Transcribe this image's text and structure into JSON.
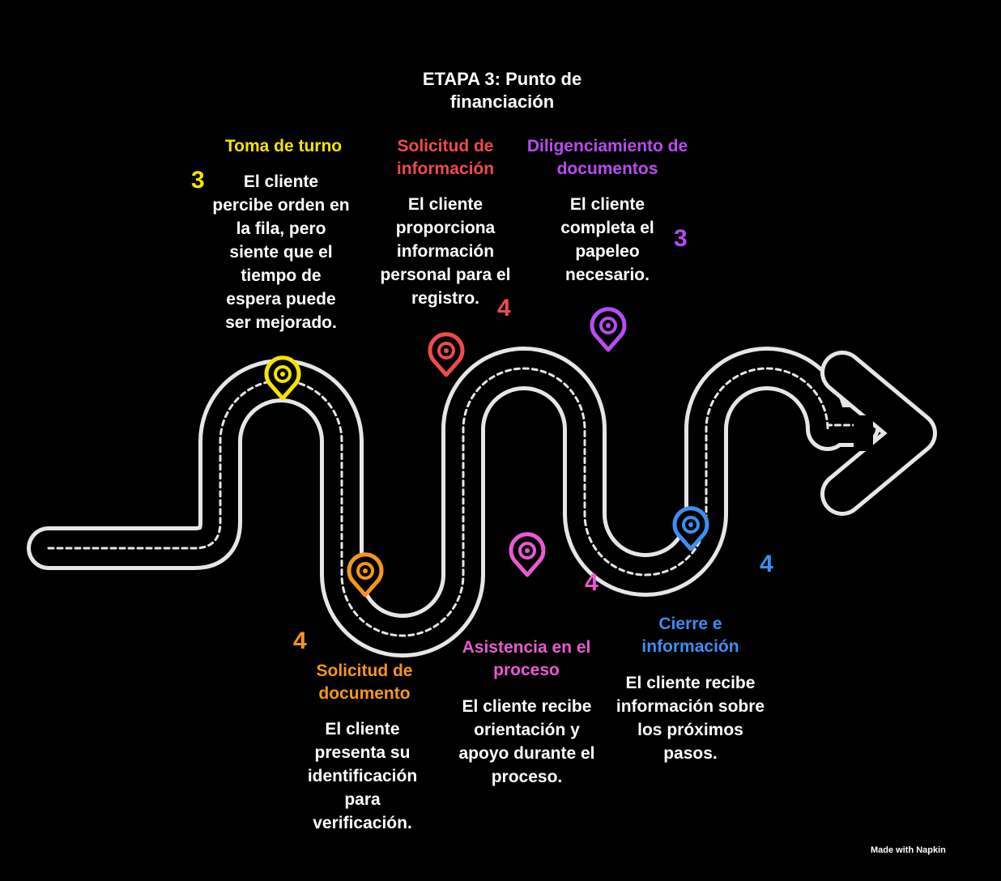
{
  "title": "ETAPA 3: Punto de financiación",
  "steps": [
    {
      "heading": "Toma de turno",
      "description": "El cliente percibe orden en la fila, pero siente que el tiempo de espera puede ser mejorado.",
      "score": "3",
      "color": "#f5e400"
    },
    {
      "heading": "Solicitud de documento",
      "description": "El cliente presenta su identificación para verificación.",
      "score": "4",
      "color": "#f5961e"
    },
    {
      "heading": "Solicitud de información",
      "description": "El cliente proporciona información personal para el registro.",
      "score": "4",
      "color": "#ef4b4b"
    },
    {
      "heading": "Asistencia en el proceso",
      "description": "El cliente recibe orientación y apoyo durante el proceso.",
      "score": "4",
      "color": "#e85ad2"
    },
    {
      "heading": "Diligenciamiento de documentos",
      "description": "El cliente completa el papeleo necesario.",
      "score": "3",
      "color": "#b84cf0"
    },
    {
      "heading": "Cierre e información",
      "description": "El cliente recibe información sobre los próximos pasos.",
      "score": "4",
      "color": "#3e8ef2"
    }
  ],
  "footer": "Made with Napkin"
}
